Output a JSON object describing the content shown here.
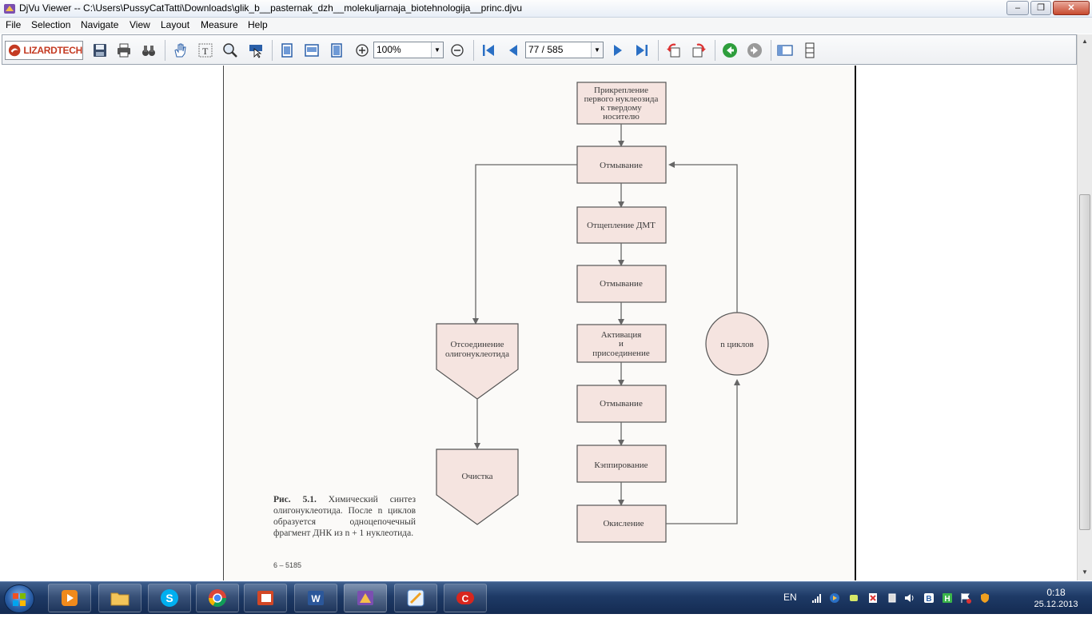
{
  "window": {
    "title": "DjVu Viewer -- C:\\Users\\PussyCatTatti\\Downloads\\glik_b__pasternak_dzh__molekuljarnaja_biotehnologija__princ.djvu",
    "minimize": "–",
    "maximize": "❐",
    "close": "✕"
  },
  "menu": {
    "items": [
      "File",
      "Selection",
      "Navigate",
      "View",
      "Layout",
      "Measure",
      "Help"
    ]
  },
  "toolbar": {
    "logo_text": "LIZARDTECH",
    "zoom_value": "100%",
    "page_value": "77 / 585"
  },
  "flowchart": {
    "box1": [
      "Прикрепление",
      "первого нуклеозида",
      "к твердому",
      "носителю"
    ],
    "box2": "Отмывание",
    "box3": "Отщепление ДМТ",
    "box4": "Отмывание",
    "box5": [
      "Активация",
      "и",
      "присоединение"
    ],
    "box6": "Отмывание",
    "box7": "Кэппирование",
    "box8": "Окисление",
    "cycle": "n циклов",
    "cleave": [
      "Отсоединение",
      "олигонуклеотида"
    ],
    "purify": "Очистка"
  },
  "caption": {
    "label": "Рис. 5.1.",
    "text": "Химический синтез олигонуклеотида. После n циклов образуется одноцепочечный фрагмент ДНК из n + 1 нуклеотида.",
    "page_number": "6 – 5185"
  },
  "taskbar": {
    "lang": "EN",
    "time": "0:18",
    "date": "25.12.2013"
  },
  "colors": {
    "box_fill": "#f5e4e0",
    "box_stroke": "#555555",
    "arrow": "#666666"
  }
}
